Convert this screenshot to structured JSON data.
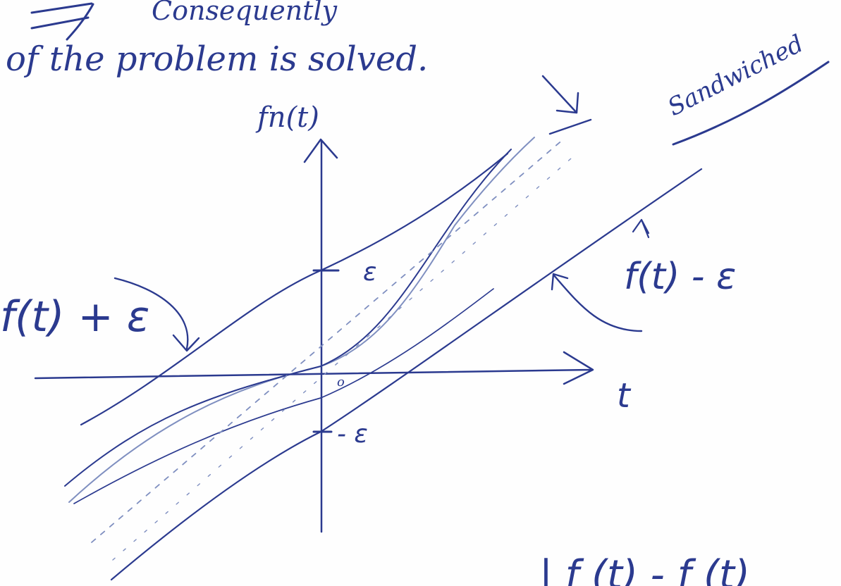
{
  "text": {
    "line_top_left": "=)",
    "line_top_partial": "Consequently",
    "line_second": "of the problem is solved.",
    "label_sandwiched": "Sandwiched",
    "axis_y_label": "fn(t)",
    "axis_x_label": "t",
    "label_f_plus": "f(t) + ε",
    "label_f_minus": "f(t) - ε",
    "label_eps": "ε",
    "label_minus_eps": "- ε",
    "label_origin": "o",
    "bottom_fragment": "| f (t) - f (t)"
  },
  "colors": {
    "ink": "#2b3a8f",
    "ink_faint": "#7f8fc0",
    "paper": "#fefefe"
  }
}
